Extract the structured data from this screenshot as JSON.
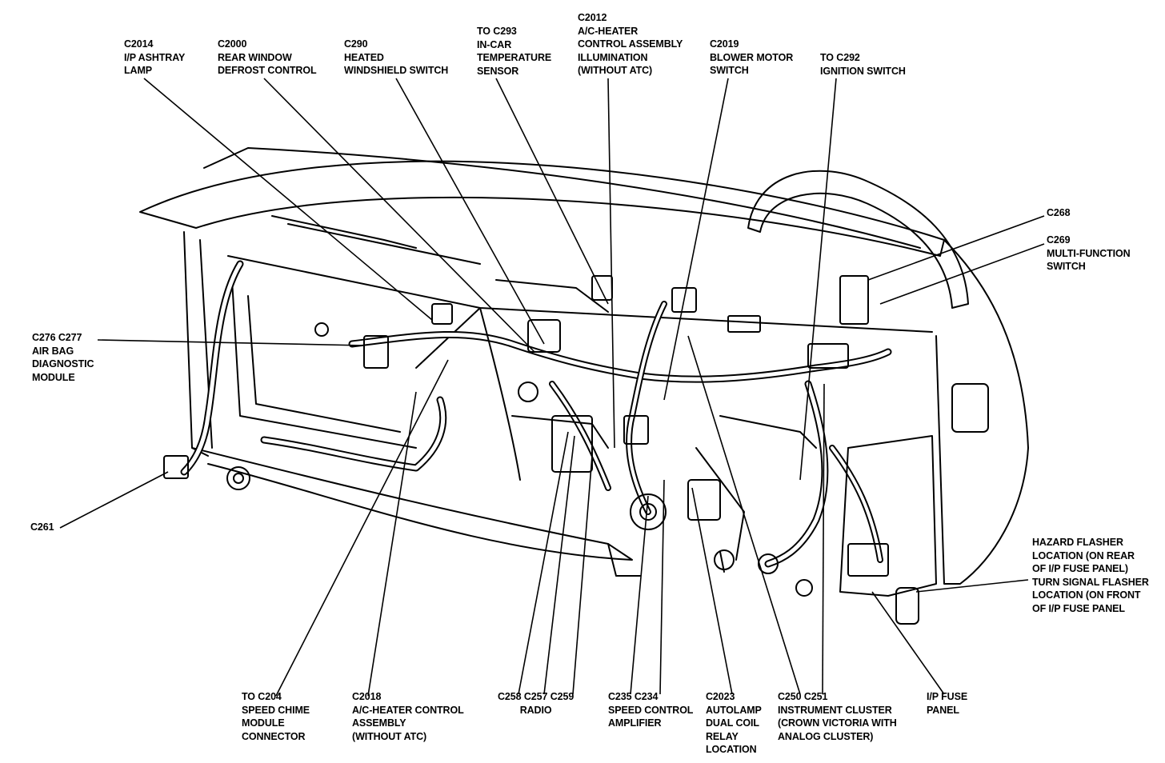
{
  "diagram": {
    "labels": [
      {
        "id": "c2014",
        "lines": [
          "C2014",
          "I/P ASHTRAY",
          "LAMP"
        ]
      },
      {
        "id": "c2000",
        "lines": [
          "C2000",
          "REAR WINDOW",
          "DEFROST CONTROL"
        ]
      },
      {
        "id": "c290",
        "lines": [
          "C290",
          "HEATED",
          "WINDSHIELD SWITCH"
        ]
      },
      {
        "id": "c293",
        "lines": [
          "TO C293",
          "IN-CAR",
          "TEMPERATURE",
          "SENSOR"
        ]
      },
      {
        "id": "c2012",
        "lines": [
          "C2012",
          "A/C-HEATER",
          "CONTROL ASSEMBLY",
          "ILLUMINATION",
          "(WITHOUT ATC)"
        ]
      },
      {
        "id": "c2019",
        "lines": [
          "C2019",
          "BLOWER MOTOR",
          "SWITCH"
        ]
      },
      {
        "id": "c292",
        "lines": [
          "TO C292",
          "IGNITION SWITCH"
        ]
      },
      {
        "id": "c268",
        "lines": [
          "C268"
        ]
      },
      {
        "id": "c269",
        "lines": [
          "C269",
          "MULTI-FUNCTION",
          "SWITCH"
        ]
      },
      {
        "id": "c276",
        "lines": [
          "C276 C277",
          "AIR BAG",
          "DIAGNOSTIC",
          "MODULE"
        ]
      },
      {
        "id": "c261",
        "lines": [
          "C261"
        ]
      },
      {
        "id": "hazard",
        "lines": [
          "HAZARD FLASHER",
          "LOCATION (ON REAR",
          "OF I/P FUSE PANEL)",
          "TURN SIGNAL FLASHER",
          "LOCATION (ON FRONT",
          "OF I/P FUSE PANEL"
        ]
      },
      {
        "id": "c204",
        "lines": [
          "TO C204",
          "SPEED CHIME",
          "MODULE",
          "CONNECTOR"
        ]
      },
      {
        "id": "c2018",
        "lines": [
          "C2018",
          "A/C-HEATER CONTROL",
          "ASSEMBLY",
          "(WITHOUT ATC)"
        ]
      },
      {
        "id": "radio",
        "lines": [
          "C258 C257 C259",
          "RADIO"
        ]
      },
      {
        "id": "c235",
        "lines": [
          "C235 C234",
          "SPEED CONTROL",
          "AMPLIFIER"
        ]
      },
      {
        "id": "c2023",
        "lines": [
          "C2023",
          "AUTOLAMP",
          "DUAL COIL",
          "RELAY",
          "LOCATION"
        ]
      },
      {
        "id": "c250",
        "lines": [
          "C250 C251",
          "INSTRUMENT CLUSTER",
          "(CROWN VICTORIA WITH",
          "ANALOG CLUSTER)"
        ]
      },
      {
        "id": "fuse",
        "lines": [
          "I/P FUSE",
          "PANEL"
        ]
      }
    ]
  }
}
